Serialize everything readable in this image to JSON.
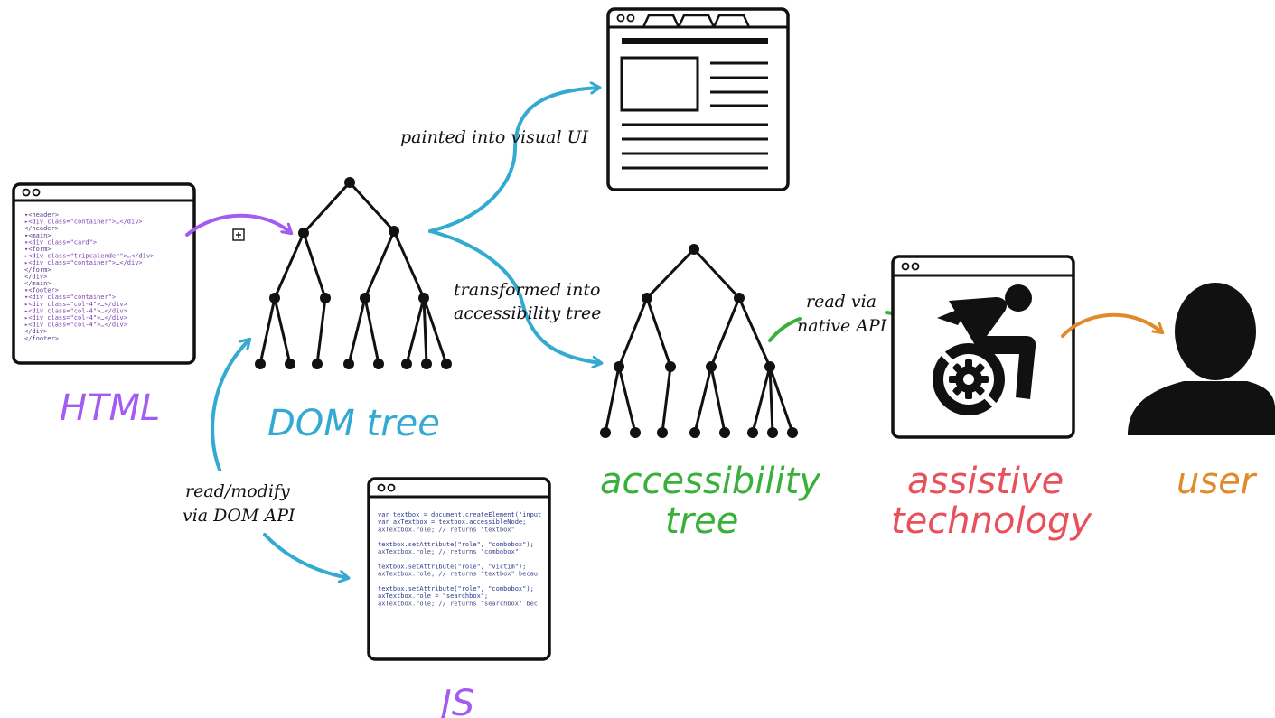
{
  "labels": {
    "html": "HTML",
    "dom_tree": "DOM tree",
    "js": "JS",
    "accessibility_tree_line1": "accessibility",
    "accessibility_tree_line2": "tree",
    "assistive_line1": "assistive",
    "assistive_line2": "technology",
    "user": "user"
  },
  "arrow_labels": {
    "painted": "painted into visual UI",
    "transformed_line1": "transformed into",
    "transformed_line2": "accessibility tree",
    "read_via_line1": "read via",
    "read_via_line2": "native API",
    "read_modify_line1": "read/modify",
    "read_modify_line2": "via DOM API"
  },
  "colors": {
    "html": "#a25cf2",
    "dom": "#34aad1",
    "accessibility": "#38b03a",
    "assistive": "#e8505b",
    "user": "#e08a2c",
    "js": "#a25cf2",
    "ink": "#111111"
  },
  "html_code_lines": [
    "▾<header>",
    "  ▸<div class=\"container\">…</div>",
    "</header>",
    "▾<main>",
    "  ▾<div class=\"card\">",
    "    ▾<form>",
    "      ▸<div class=\"tripcalender\">…</div>",
    "      ▸<div class=\"container\">…</div>",
    "    </form>",
    "  </div>",
    "</main>",
    "▾<footer>",
    "  ▾<div class=\"container\">",
    "    ▸<div class=\"col-4\">…</div>",
    "    ▸<div class=\"col-4\">…</div>",
    "    ▸<div class=\"col-4\">…</div>",
    "    ▸<div class=\"col-4\">…</div>",
    "  </div>",
    "</footer>"
  ],
  "js_code_lines": [
    "var textbox = document.createElement(\"input",
    "var axTextbox = textbox.accessibleNode;",
    "axTextbox.role;  // returns \"textbox\"",
    "",
    "textbox.setAttribute(\"role\", \"combobox\");",
    "axTextbox.role;  // returns \"combobox\"",
    "",
    "textbox.setAttribute(\"role\", \"victim\");",
    "axTextbox.role;  // returns \"textbox\" becau",
    "",
    "textbox.setAttribute(\"role\", \"combobox\");",
    "axTextbox.role = \"searchbox\";",
    "axTextbox.role;  // returns \"searchbox\" bec"
  ],
  "icons": {
    "assistive": "wheelchair-gear-icon",
    "user": "user-silhouette-icon",
    "visual_ui": "browser-page-icon",
    "expand": "expand-box-icon"
  }
}
